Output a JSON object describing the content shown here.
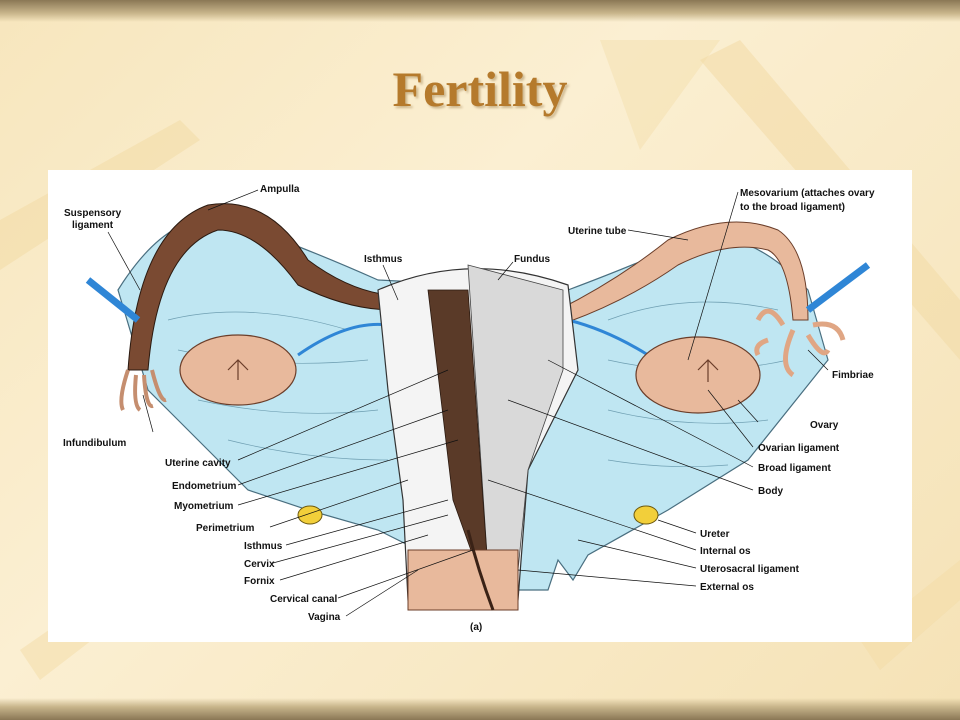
{
  "slide": {
    "title": "Fertility"
  },
  "figure": {
    "panel_label": "(a)",
    "labels": {
      "ampulla": "Ampulla",
      "suspensory_line1": "Suspensory",
      "suspensory_line2": "ligament",
      "isthmus_top": "Isthmus",
      "fundus": "Fundus",
      "uterine_tube": "Uterine tube",
      "mesovarium_line1": "Mesovarium (attaches ovary",
      "mesovarium_line2": "to the broad ligament)",
      "fimbriae": "Fimbriae",
      "ovary": "Ovary",
      "ovarian_ligament": "Ovarian ligament",
      "broad_ligament": "Broad ligament",
      "body": "Body",
      "infundibulum": "Infundibulum",
      "uterine_cavity": "Uterine cavity",
      "endometrium": "Endometrium",
      "myometrium": "Myometrium",
      "perimetrium": "Perimetrium",
      "isthmus_bottom": "Isthmus",
      "cervix": "Cervix",
      "fornix": "Fornix",
      "cervical_canal": "Cervical canal",
      "vagina": "Vagina",
      "ureter": "Ureter",
      "internal_os": "Internal os",
      "uterosacral_ligament": "Uterosacral ligament",
      "external_os": "External os"
    }
  },
  "colors": {
    "title": "#b57a2c",
    "ligament_blue": "#bfe6f2",
    "vessel_blue": "#2f86d6",
    "tissue_pink": "#e8b99c",
    "ureter_yellow": "#f2cf3a"
  }
}
